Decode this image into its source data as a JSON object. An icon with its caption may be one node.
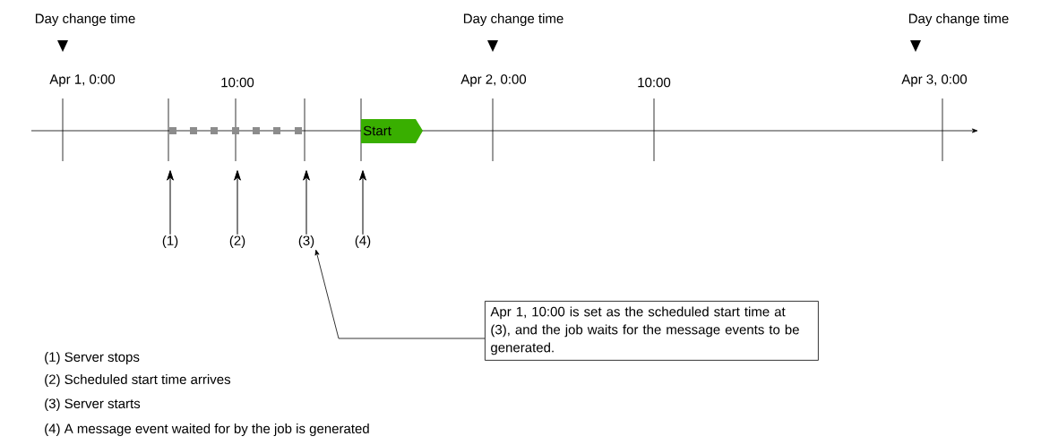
{
  "diagram": {
    "nodes": [
      {
        "text": [
          "Start"
        ]
      },
      {
        "text": [
          "(1)"
        ]
      },
      {
        "text": [
          "(2)"
        ]
      },
      {
        "text": [
          "(3)"
        ]
      },
      {
        "text": [
          "(4)"
        ]
      },
      {
        "text": [
          "Apr 1, 10:00 is set as the scheduled start time at (3), and the job waits for the message events to be generated."
        ]
      }
    ],
    "edges": [
      {
        "from": 1,
        "to": null,
        "arrow": "to"
      },
      {
        "from": 2,
        "to": null,
        "arrow": "to"
      },
      {
        "from": 3,
        "to": null,
        "arrow": "to"
      },
      {
        "from": 4,
        "to": null,
        "arrow": "to"
      },
      {
        "from": 5,
        "to": 3,
        "arrow": "to"
      }
    ],
    "labels": [
      "Day change time",
      "Day change time",
      "Day change time",
      "Apr 1, 0:00",
      "10:00",
      "Apr 2, 0:00",
      "10:00",
      "Apr 3, 0:00",
      "(1) Server stops",
      "(2) Scheduled start time arrives",
      "(3) Server starts",
      "(4) A message event waited for by the job is generated"
    ]
  }
}
